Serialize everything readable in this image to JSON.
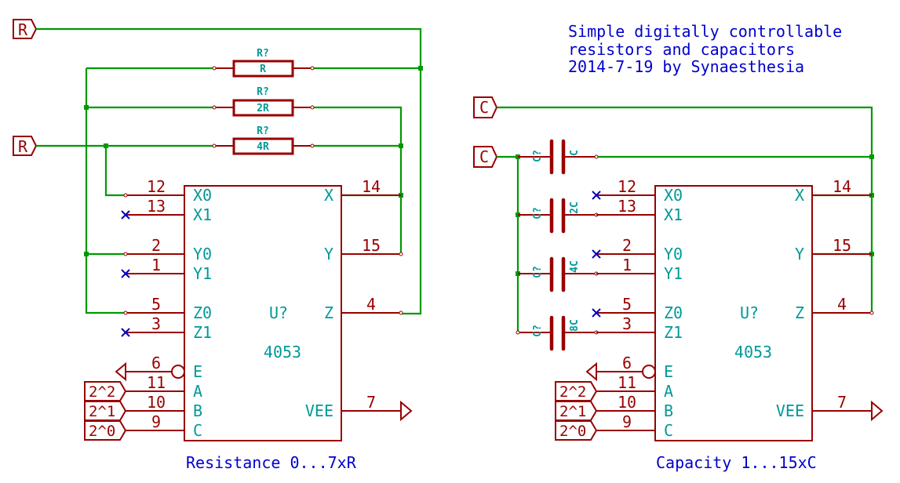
{
  "title_note": {
    "lines": [
      "Simple digitally controllable",
      "resistors and capacitors",
      "2014-7-19 by Synaesthesia"
    ]
  },
  "colors": {
    "wire": "#009900",
    "component": "#990000",
    "field_text": "#009999",
    "note_text": "#0000cc",
    "no_connect": "#0000c0"
  },
  "resistor_circuit": {
    "caption": "Resistance 0...7xR",
    "hier_labels": [
      "R",
      "R"
    ],
    "resistors": [
      {
        "ref": "R?",
        "value": "R"
      },
      {
        "ref": "R?",
        "value": "2R"
      },
      {
        "ref": "R?",
        "value": "4R"
      }
    ],
    "ic": {
      "ref": "U?",
      "value": "4053",
      "left_pins": [
        {
          "num": "12",
          "name": "X0"
        },
        {
          "num": "13",
          "name": "X1"
        },
        {
          "num": "2",
          "name": "Y0"
        },
        {
          "num": "1",
          "name": "Y1"
        },
        {
          "num": "5",
          "name": "Z0"
        },
        {
          "num": "3",
          "name": "Z1"
        },
        {
          "num": "6",
          "name": "E"
        },
        {
          "num": "11",
          "name": "A"
        },
        {
          "num": "10",
          "name": "B"
        },
        {
          "num": "9",
          "name": "C"
        }
      ],
      "right_pins": [
        {
          "num": "14",
          "name": "X"
        },
        {
          "num": "15",
          "name": "Y"
        },
        {
          "num": "4",
          "name": "Z"
        },
        {
          "num": "7",
          "name": "VEE"
        }
      ]
    },
    "select_labels": [
      "2^2",
      "2^1",
      "2^0"
    ]
  },
  "capacitor_circuit": {
    "caption": "Capacity 1...15xC",
    "hier_labels": [
      "C",
      "C"
    ],
    "capacitors": [
      {
        "ref": "C?",
        "value": "C"
      },
      {
        "ref": "C?",
        "value": "2C"
      },
      {
        "ref": "C?",
        "value": "4C"
      },
      {
        "ref": "C?",
        "value": "8C"
      }
    ],
    "ic": {
      "ref": "U?",
      "value": "4053",
      "left_pins": [
        {
          "num": "12",
          "name": "X0"
        },
        {
          "num": "13",
          "name": "X1"
        },
        {
          "num": "2",
          "name": "Y0"
        },
        {
          "num": "1",
          "name": "Y1"
        },
        {
          "num": "5",
          "name": "Z0"
        },
        {
          "num": "3",
          "name": "Z1"
        },
        {
          "num": "6",
          "name": "E"
        },
        {
          "num": "11",
          "name": "A"
        },
        {
          "num": "10",
          "name": "B"
        },
        {
          "num": "9",
          "name": "C"
        }
      ],
      "right_pins": [
        {
          "num": "14",
          "name": "X"
        },
        {
          "num": "15",
          "name": "Y"
        },
        {
          "num": "4",
          "name": "Z"
        },
        {
          "num": "7",
          "name": "VEE"
        }
      ]
    },
    "select_labels": [
      "2^2",
      "2^1",
      "2^0"
    ]
  }
}
